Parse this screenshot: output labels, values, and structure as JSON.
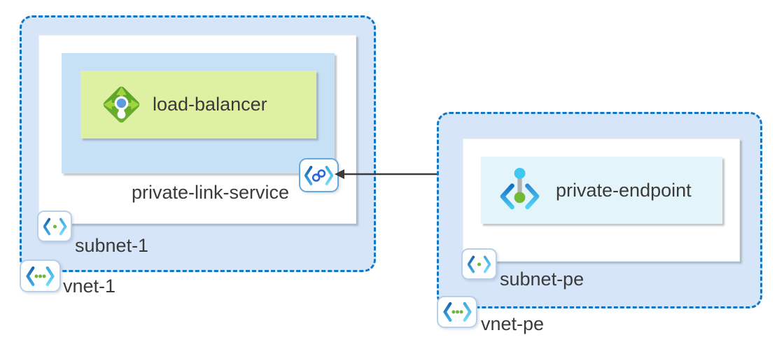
{
  "diagram": {
    "type": "azure-network-architecture",
    "left_group": {
      "vnet": {
        "label": "vnet-1",
        "icon": "vnet-icon"
      },
      "subnet": {
        "label": "subnet-1",
        "icon": "subnet-icon"
      },
      "private_link_service": {
        "label": "private-link-service",
        "icon": "private-link-icon"
      },
      "load_balancer": {
        "label": "load-balancer",
        "icon": "load-balancer-icon"
      }
    },
    "right_group": {
      "vnet": {
        "label": "vnet-pe",
        "icon": "vnet-icon"
      },
      "subnet": {
        "label": "subnet-pe",
        "icon": "subnet-icon"
      },
      "private_endpoint": {
        "label": "private-endpoint",
        "icon": "private-endpoint-icon"
      }
    },
    "connection": {
      "type": "bidirectional-arrow",
      "from": "private-link-service",
      "to": "private-endpoint"
    }
  },
  "colors": {
    "vnet_fill": "#d6e5f8",
    "vnet_border": "#1176c4",
    "subnet_fill": "#ffffff",
    "pls_fill": "#c6e0f5",
    "lb_fill": "#def0a2",
    "pe_fill": "#e4f4fb",
    "arrow": "#3b3a39",
    "text": "#3a3a38",
    "badge_border_blue": "#65aadf",
    "badge_border_soft": "#b7cfe9"
  }
}
